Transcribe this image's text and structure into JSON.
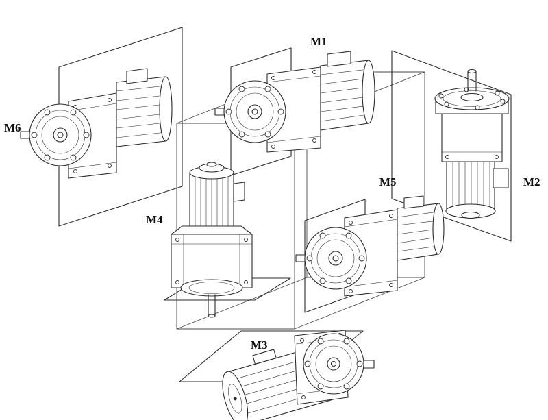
{
  "figure": {
    "labels": {
      "m1": "M1",
      "m2": "M2",
      "m3": "M3",
      "m4": "M4",
      "m5": "M5",
      "m6": "M6"
    }
  },
  "colors": {
    "line": "#2b2b2b",
    "background": "#ffffff"
  }
}
